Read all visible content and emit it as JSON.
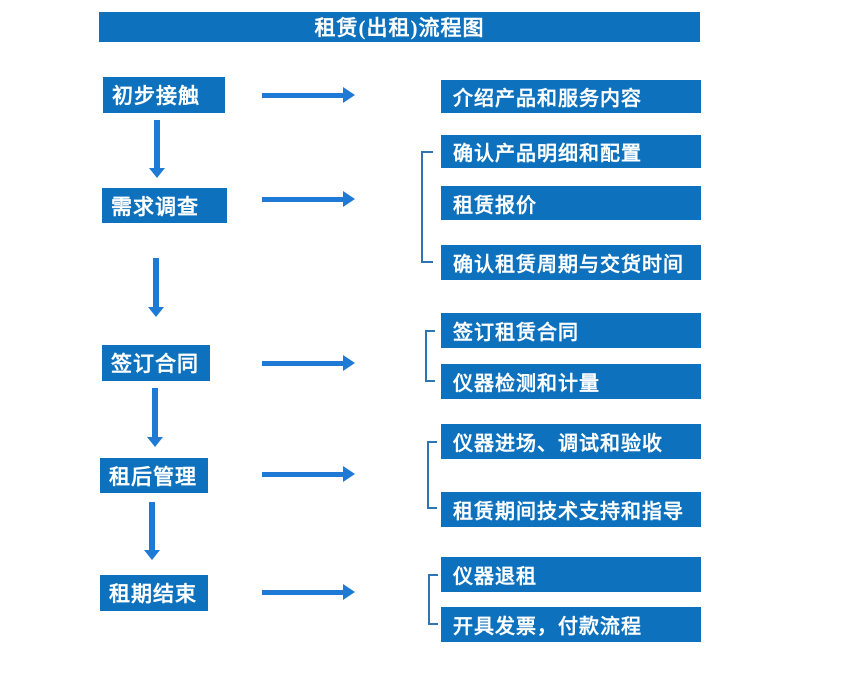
{
  "title": "租赁(出租)流程图",
  "colors": {
    "box": "#0d71bd",
    "arrow": "#1e7ad4",
    "bracket": "#2e75b6",
    "text": "#ffffff",
    "background": "#ffffff"
  },
  "steps": [
    {
      "label": "初步接触",
      "outputs": [
        "介绍产品和服务内容"
      ]
    },
    {
      "label": "需求调查",
      "outputs": [
        "确认产品明细和配置",
        "租赁报价",
        "确认租赁周期与交货时间"
      ]
    },
    {
      "label": "签订合同",
      "outputs": [
        "签订租赁合同",
        "仪器检测和计量"
      ]
    },
    {
      "label": "租后管理",
      "outputs": [
        "仪器进场、调试和验收",
        "租赁期间技术支持和指导"
      ]
    },
    {
      "label": "租期结束",
      "outputs": [
        "仪器退租",
        "开具发票，付款流程"
      ]
    }
  ]
}
